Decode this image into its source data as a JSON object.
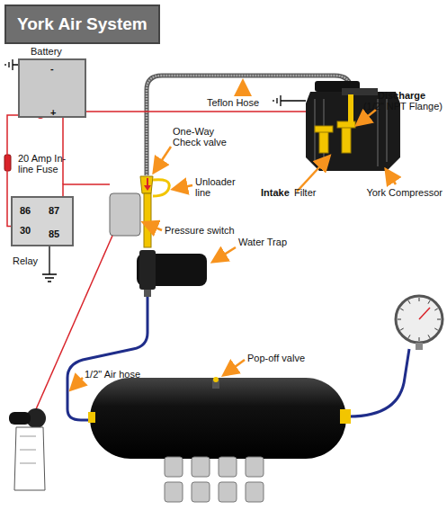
{
  "diagram": {
    "title": "York Air System",
    "nodes": [
      {
        "text": [
          "Battery",
          "-",
          "+"
        ]
      },
      {
        "text": [
          "86",
          "87",
          "30",
          "85",
          "Relay"
        ]
      }
    ],
    "edges": [
      {
        "from": 0,
        "to": 1,
        "arrow": "none"
      }
    ],
    "labels": [
      "20 Amp In-line Fuse",
      "Teflon Hose",
      "Discharge",
      "(1/2\" NPT Flange)",
      "One-Way Check valve",
      "Unloader line",
      "Pressure switch",
      "Water Trap",
      "Intake",
      "Filter",
      "York Compressor",
      "Pop-off valve",
      "1/2\" Air hose"
    ]
  }
}
